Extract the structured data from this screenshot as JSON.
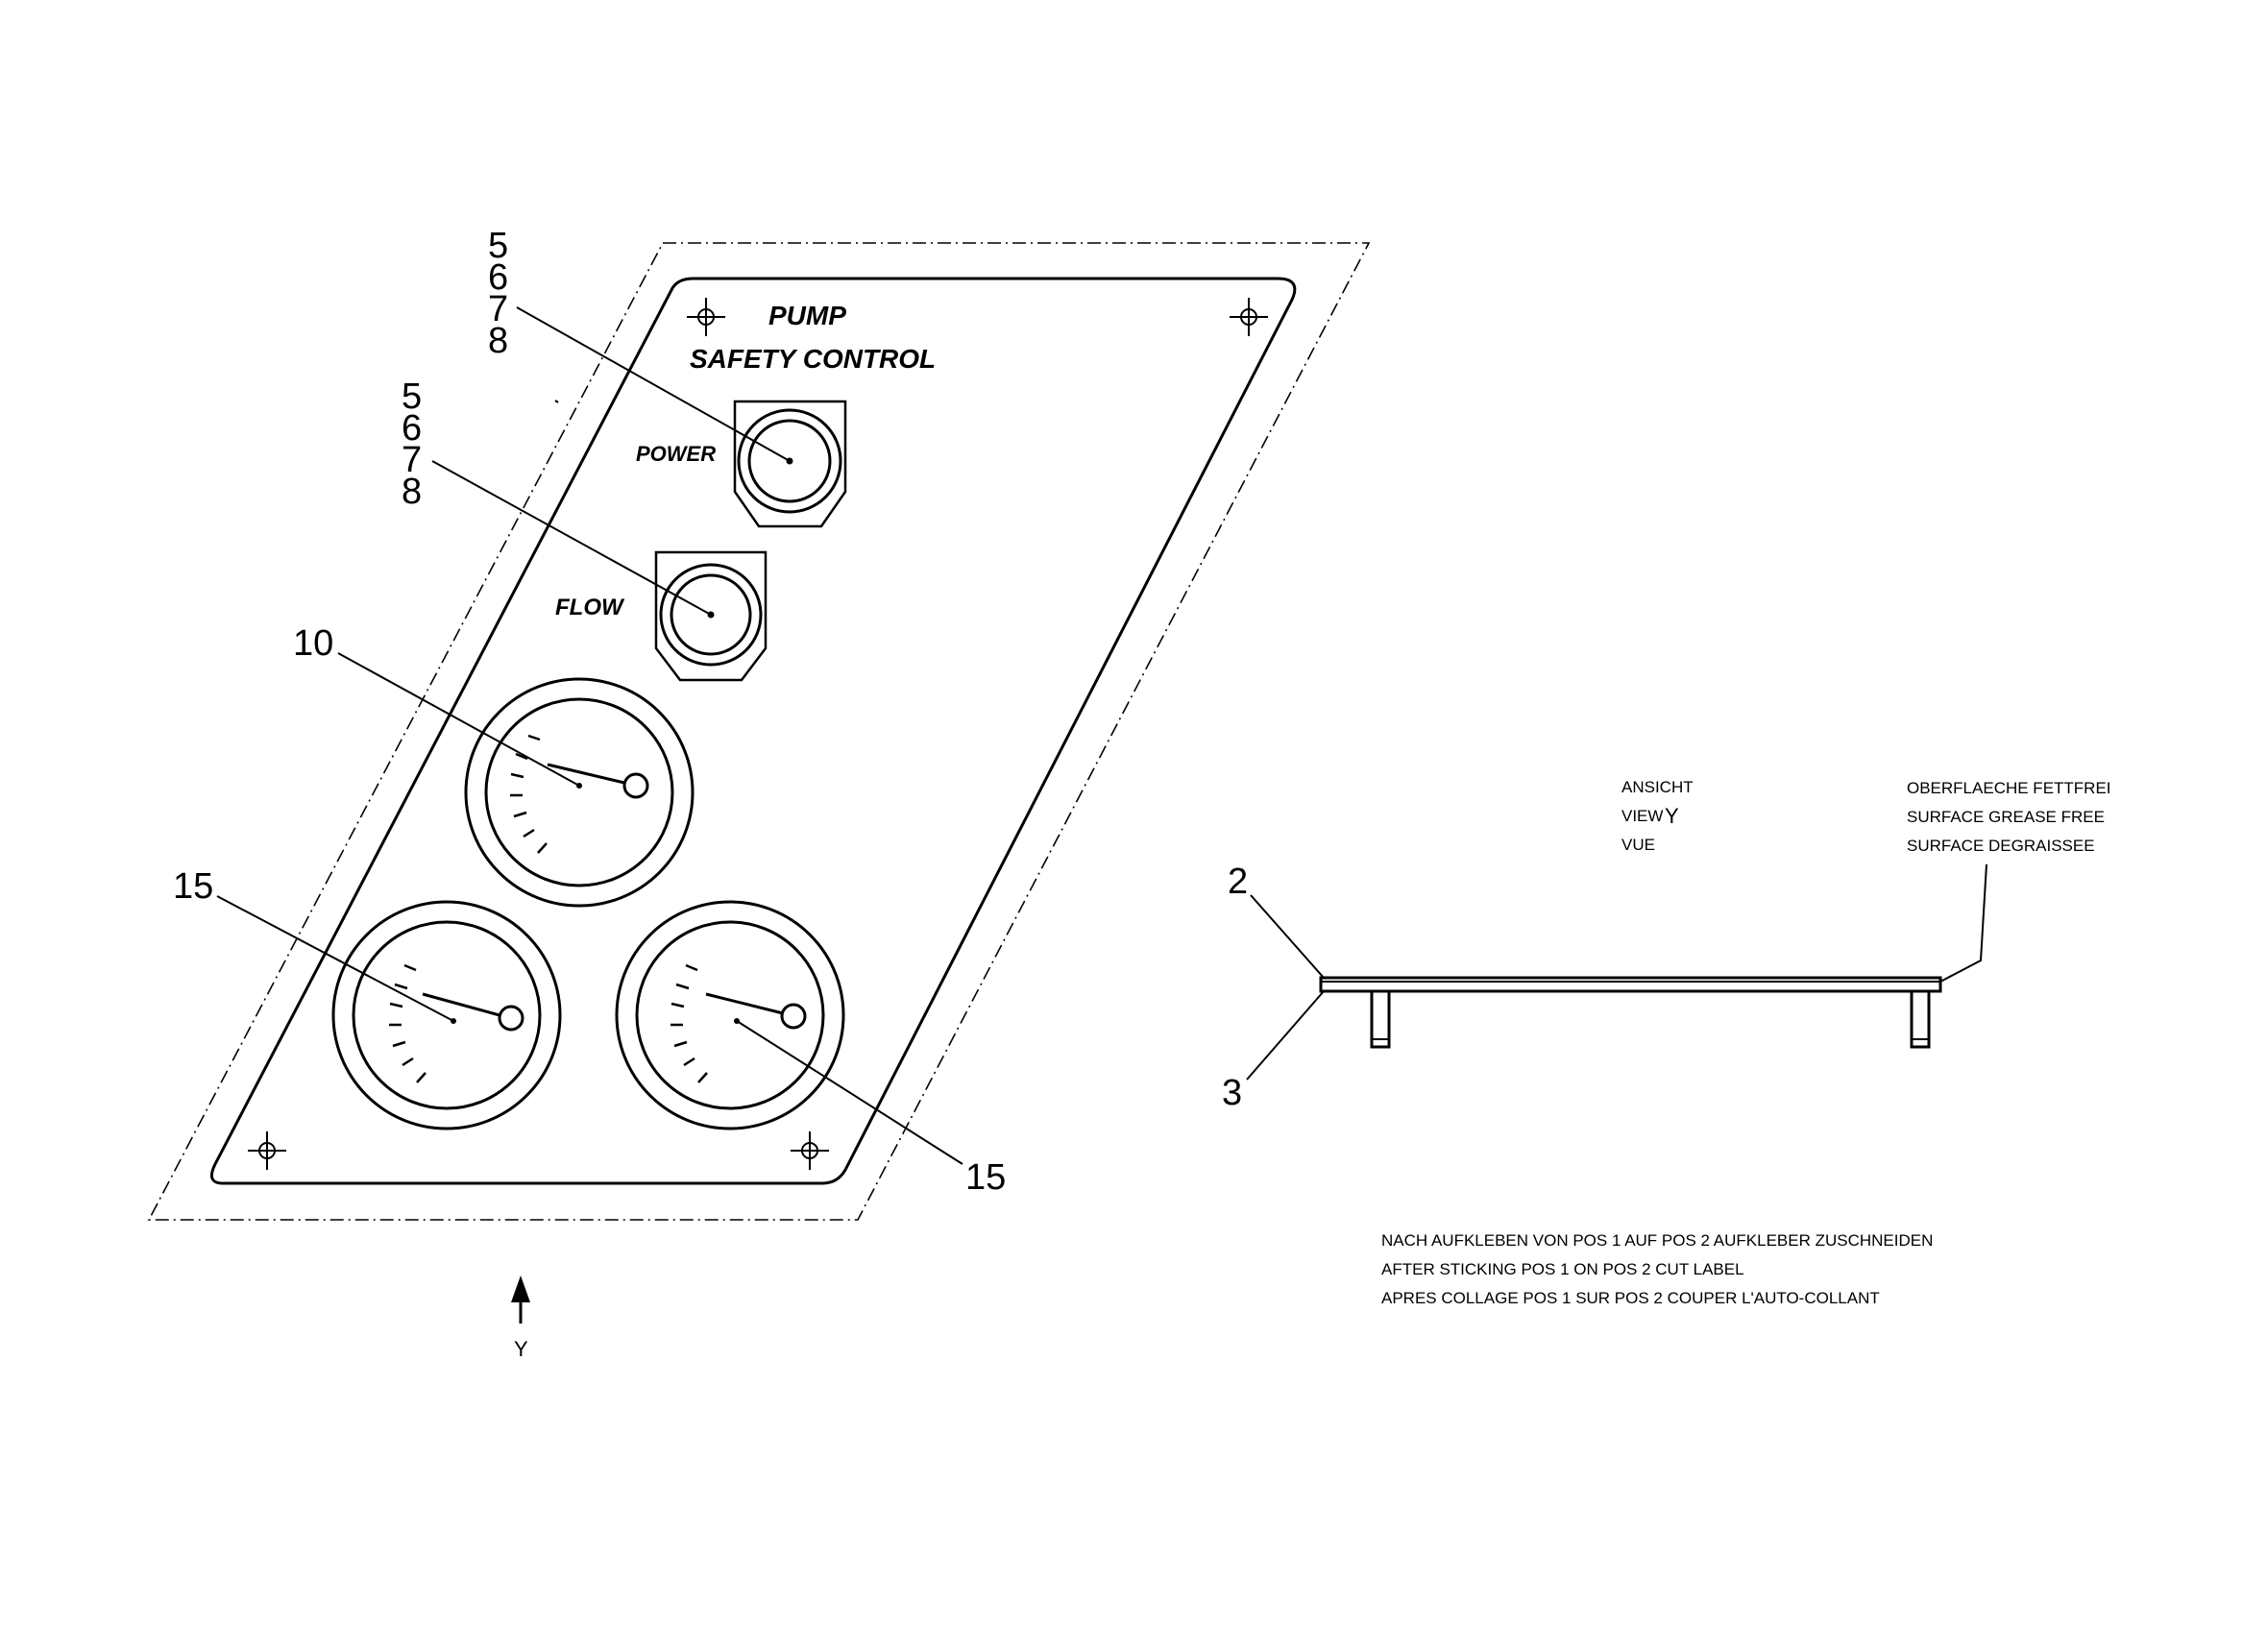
{
  "panel": {
    "title_line1": "PUMP",
    "title_line2": "SAFETY CONTROL",
    "power_label": "POWER",
    "flow_label": "FLOW"
  },
  "callouts": {
    "stack_power": [
      "5",
      "6",
      "7",
      "8"
    ],
    "stack_flow": [
      "5",
      "6",
      "7",
      "8"
    ],
    "gauge_top": "10",
    "gauge_left": "15",
    "gauge_right": "15",
    "side_top": "2",
    "side_bottom": "3"
  },
  "view_marker": {
    "letter": "Y"
  },
  "view_notes": {
    "lines": [
      "ANSICHT",
      "VIEW",
      "VUE"
    ],
    "view_letter": "Y"
  },
  "surface_notes": {
    "lines": [
      "OBERFLAECHE FETTFREI",
      "SURFACE GREASE FREE",
      "SURFACE DEGRAISSEE"
    ]
  },
  "instructions": {
    "lines": [
      "NACH AUFKLEBEN VON POS 1 AUF POS 2 AUFKLEBER ZUSCHNEIDEN",
      "AFTER STICKING POS 1 ON POS 2 CUT LABEL",
      "APRES COLLAGE POS 1 SUR POS 2 COUPER L'AUTO-COLLANT"
    ]
  }
}
